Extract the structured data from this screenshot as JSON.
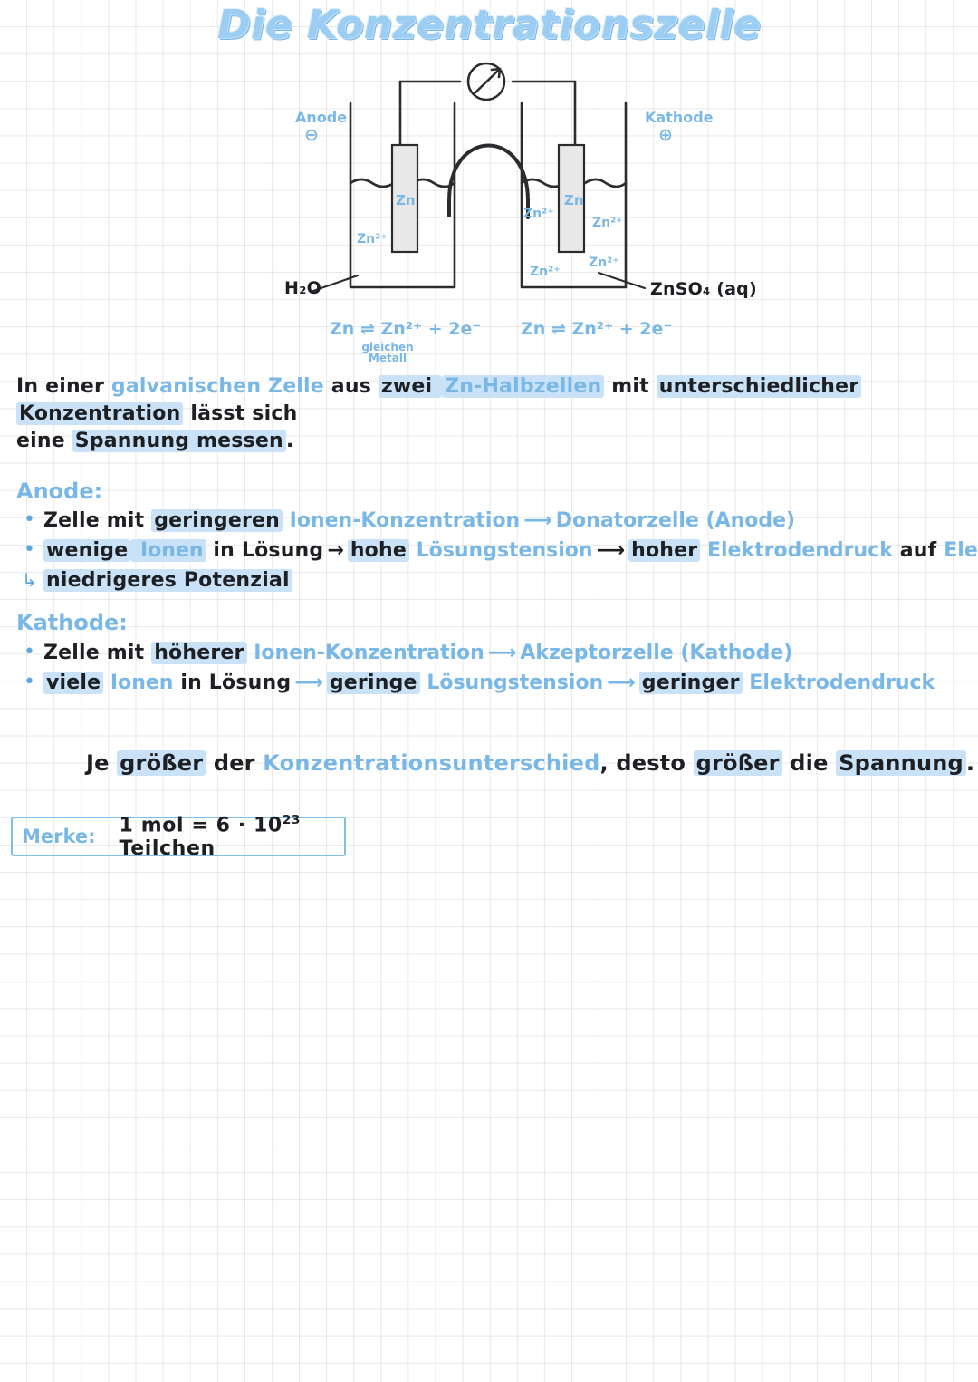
{
  "page": {
    "title": "Die Konzentrationszelle",
    "background": "#ffffff",
    "grid_color": "#e6e6e6",
    "ink_color": "#1d1f22",
    "accent_blue": "#79b8e6",
    "highlight_blue": "#c9e2f7"
  },
  "diagram": {
    "name": "konzentrationszelle-aufbau",
    "meter_icon": "voltmeter-icon",
    "anode": {
      "label": "Anode",
      "charge": "⊖"
    },
    "kathode": {
      "label": "Kathode",
      "charge": "⊕"
    },
    "left_beaker": {
      "electrode_label": "Zn",
      "solution_label": "H₂O",
      "ions": [
        "Zn²⁺"
      ],
      "equation": "Zn ⇌ Zn²⁺ + 2e⁻",
      "equation_note": "gleichen Metall"
    },
    "right_beaker": {
      "electrode_label": "Zn",
      "solution_label": "ZnSO₄ (aq)",
      "ions": [
        "Zn²⁺",
        "Zn²⁺",
        "Zn²⁺",
        "Zn²⁺"
      ],
      "equation": "Zn ⇌ Zn²⁺ + 2e⁻"
    }
  },
  "intro": {
    "p1_a": "In einer ",
    "p1_b": "galvanischen Zelle",
    "p1_c": " aus ",
    "p1_d": "zwei ",
    "p1_e": "Zn-Halbzellen",
    "p1_f": " mit ",
    "p1_g": "unterschiedlicher Konzentration",
    "p1_h": " lässt sich",
    "p2_a": "eine ",
    "p2_b": "Spannung messen",
    "p2_c": "."
  },
  "anode": {
    "heading": "Anode:",
    "line1": {
      "a": "Zelle mit ",
      "b": "geringeren",
      "c": " Ionen-Konzentration",
      "arrow": "⟶",
      "d": "Donatorzelle (Anode)"
    },
    "line2": {
      "a": "wenige",
      "b": " Ionen",
      "c": " in Lösung",
      "arrow1": "→",
      "d": "hohe",
      "e": " Lösungstension",
      "arrow2": "⟶",
      "f": "hoher",
      "g": " Elektrodendruck",
      "h": " auf ",
      "i": "Elektrode"
    },
    "line3": "niedrigeres Potenzial"
  },
  "kathode": {
    "heading": "Kathode:",
    "line1": {
      "a": "Zelle mit ",
      "b": "höherer",
      "c": " Ionen-Konzentration",
      "arrow": "⟶",
      "d": "Akzeptorzelle (Kathode)"
    },
    "line2": {
      "a": "viele",
      "b": " Ionen",
      "c": " in Lösung",
      "arrow1": "⟶",
      "d": "geringe",
      "e": " Lösungstension",
      "arrow2": "⟶",
      "f": "geringer",
      "g": " Elektrodendruck"
    }
  },
  "conclusion": {
    "a": "Je ",
    "b": "größer",
    "c": " der ",
    "d": "Konzentrationsunterschied",
    "e": ", desto ",
    "f": "größer",
    "g": " die ",
    "h": "Spannung",
    "i": "."
  },
  "merke": {
    "label": "Merke:",
    "value_pre": "1 mol = 6 · 10",
    "value_sup": "23",
    "value_post": " Teilchen"
  }
}
